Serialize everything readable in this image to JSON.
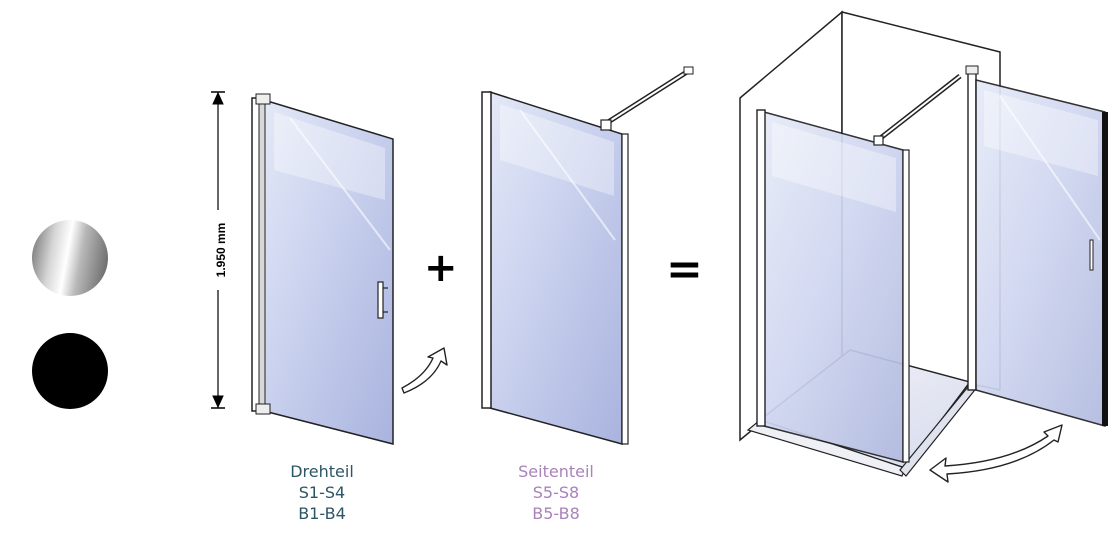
{
  "dimension": {
    "height_label": "1.950 mm"
  },
  "operators": {
    "plus": "+",
    "equals": "="
  },
  "finishes": [
    {
      "name": "chrome",
      "color": "#c8c8c8"
    },
    {
      "name": "black",
      "color": "#000000"
    }
  ],
  "labels": {
    "drehteil": {
      "title": "Drehteil",
      "line1": "S1-S4",
      "line2": "B1-B4",
      "color": "#2c5566"
    },
    "seitenteil": {
      "title": "Seitenteil",
      "line1": "S5-S8",
      "line2": "B5-B8",
      "color": "#a982b9"
    }
  }
}
